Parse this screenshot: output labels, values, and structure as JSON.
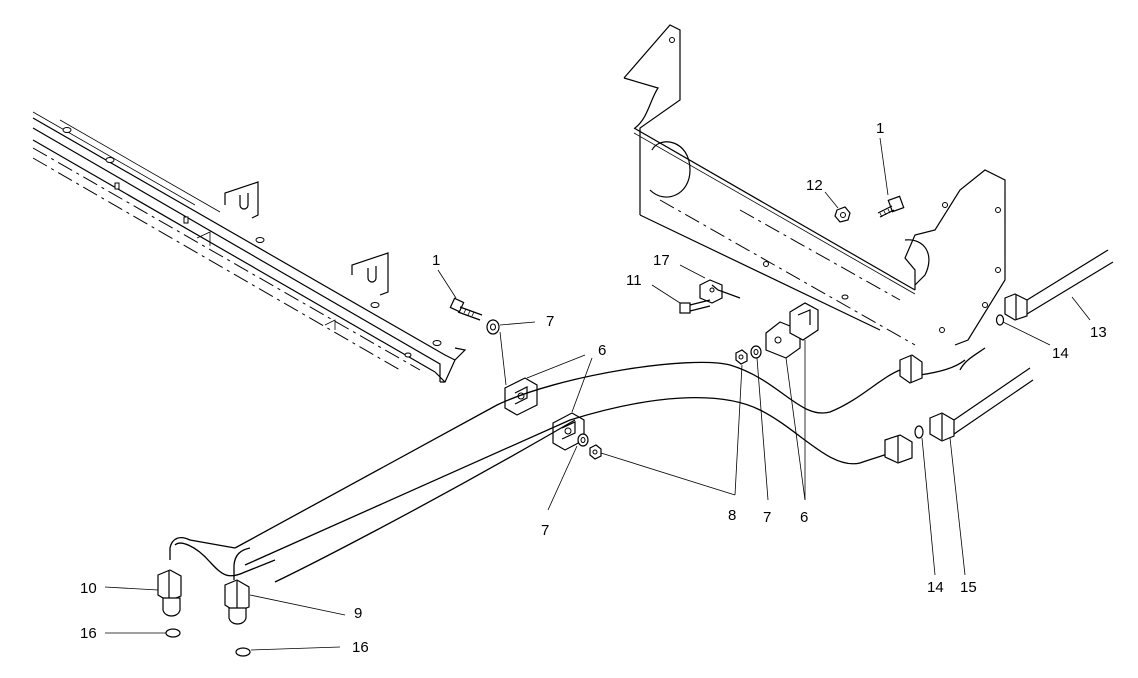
{
  "callouts": [
    {
      "id": "c1a",
      "text": "1"
    },
    {
      "id": "c1b",
      "text": "1"
    },
    {
      "id": "c12",
      "text": "12"
    },
    {
      "id": "c17",
      "text": "17"
    },
    {
      "id": "c11",
      "text": "11"
    },
    {
      "id": "c7a",
      "text": "7"
    },
    {
      "id": "c6a",
      "text": "6"
    },
    {
      "id": "c7b",
      "text": "7"
    },
    {
      "id": "c8",
      "text": "8"
    },
    {
      "id": "c7c",
      "text": "7"
    },
    {
      "id": "c6b",
      "text": "6"
    },
    {
      "id": "c13",
      "text": "13"
    },
    {
      "id": "c14a",
      "text": "14"
    },
    {
      "id": "c14b",
      "text": "14"
    },
    {
      "id": "c15",
      "text": "15"
    },
    {
      "id": "c10",
      "text": "10"
    },
    {
      "id": "c9",
      "text": "9"
    },
    {
      "id": "c16a",
      "text": "16"
    },
    {
      "id": "c16b",
      "text": "16"
    }
  ]
}
